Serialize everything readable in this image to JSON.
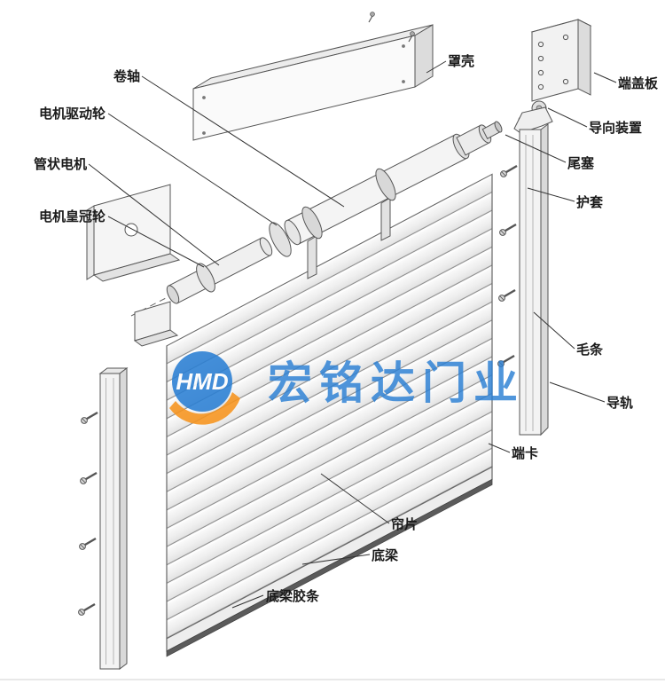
{
  "watermark": {
    "logo_text": "HMD",
    "company": "宏铭达门业"
  },
  "labels": {
    "roller_shaft": "卷轴",
    "cover_shell": "罩壳",
    "motor_drive_wheel": "电机驱动轮",
    "tubular_motor": "管状电机",
    "motor_crown_wheel": "电机皇冠轮",
    "end_cover_plate": "端盖板",
    "guide_device": "导向装置",
    "tail_plug": "尾塞",
    "protective_sleeve": "护套",
    "brush_strip": "毛条",
    "guide_rail": "导轨",
    "end_clip": "端卡",
    "curtain_slat": "帘片",
    "bottom_beam": "底梁",
    "bottom_beam_rubber": "底梁胶条"
  },
  "colors": {
    "watermark_blue": "#2a7fd4",
    "watermark_orange": "#f7941d",
    "line": "#555555"
  }
}
